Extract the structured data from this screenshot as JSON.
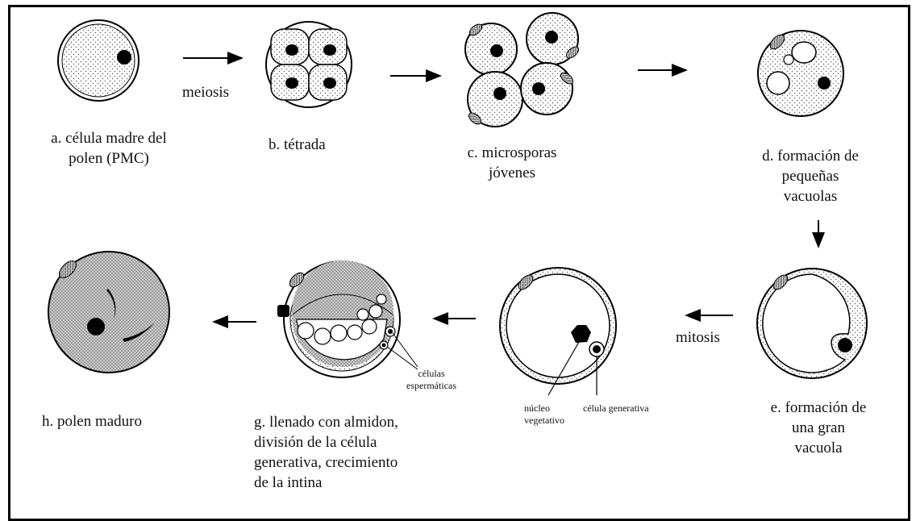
{
  "stages": {
    "a": "a. célula madre del\npolen (PMC)",
    "b": "b. tétrada",
    "c": "c. microsporas\njóvenes",
    "d": "d. formación de\npequeñas\nvacuolas",
    "e": "e. formación de\nuna gran\nvacuola",
    "g": "g. llenado con almidon,\ndivisión de la célula\ngenerativa, crecimiento\nde la intina",
    "h": "h. polen maduro"
  },
  "transitions": {
    "meiosis": "meiosis",
    "mitosis": "mitosis"
  },
  "annotations": {
    "sperm_cells": "células\nespermáticas",
    "vegetative_nucleus": "núcleo\nvegetativo",
    "generative_cell": "célula generativa"
  }
}
